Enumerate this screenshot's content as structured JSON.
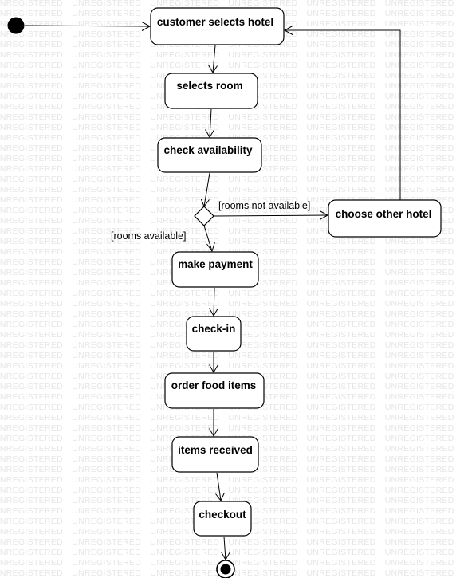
{
  "watermark": {
    "word": "UNREGISTERED",
    "color": "#e6e6e6"
  },
  "diagram": {
    "start_node": "initial-node",
    "end_node": "final-node",
    "activities": [
      {
        "id": "customer-selects-hotel",
        "label": "customer selects hotel"
      },
      {
        "id": "selects-room",
        "label": "selects room"
      },
      {
        "id": "check-availability",
        "label": "check availability"
      },
      {
        "id": "choose-other-hotel",
        "label": "choose other hotel"
      },
      {
        "id": "make-payment",
        "label": "make payment"
      },
      {
        "id": "check-in",
        "label": "check-in"
      },
      {
        "id": "order-food-items",
        "label": "order food items"
      },
      {
        "id": "items-received",
        "label": "items received"
      },
      {
        "id": "checkout",
        "label": "checkout"
      }
    ],
    "guards": {
      "not_available": "[rooms not available]",
      "available": "[rooms available]"
    },
    "transitions": [
      {
        "from": "initial-node",
        "to": "customer-selects-hotel"
      },
      {
        "from": "customer-selects-hotel",
        "to": "selects-room"
      },
      {
        "from": "selects-room",
        "to": "check-availability"
      },
      {
        "from": "check-availability",
        "to": "decision"
      },
      {
        "from": "decision",
        "to": "choose-other-hotel",
        "guard": "[rooms not available]"
      },
      {
        "from": "decision",
        "to": "make-payment",
        "guard": "[rooms available]"
      },
      {
        "from": "choose-other-hotel",
        "to": "customer-selects-hotel"
      },
      {
        "from": "make-payment",
        "to": "check-in"
      },
      {
        "from": "check-in",
        "to": "order-food-items"
      },
      {
        "from": "order-food-items",
        "to": "items-received"
      },
      {
        "from": "items-received",
        "to": "checkout"
      },
      {
        "from": "checkout",
        "to": "final-node"
      }
    ]
  }
}
